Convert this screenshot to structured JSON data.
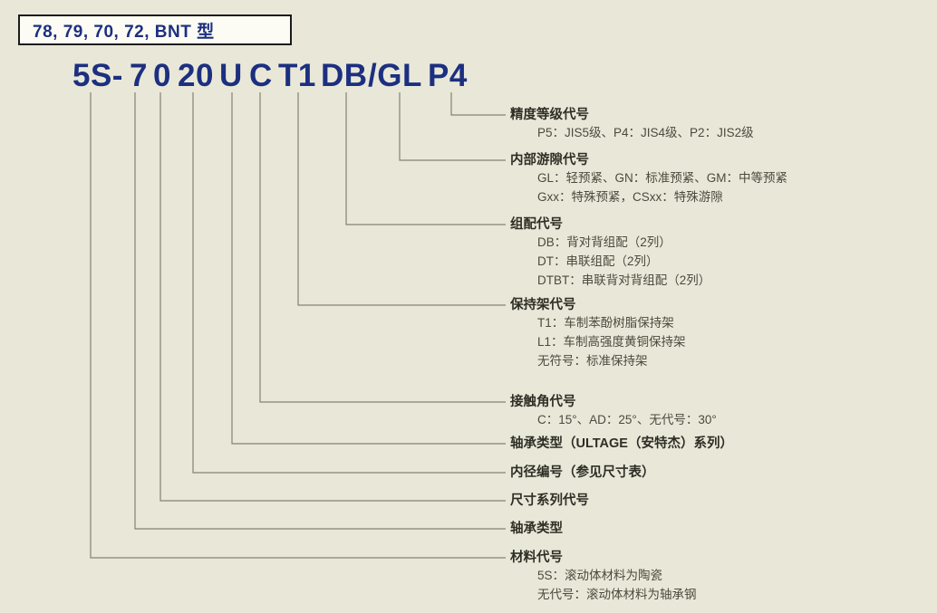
{
  "colors": {
    "background": "#e9e8d8",
    "accent_navy": "#1c2f80",
    "line_gray": "#838372",
    "text_dark": "#2e2e26"
  },
  "header": {
    "title": "78, 79, 70, 72, BNT 型"
  },
  "part_number": {
    "full": "5S- 7 0 20 U C T1 DB /GL P4",
    "segments": [
      "5S-",
      "7",
      "0",
      "20",
      "U",
      "C",
      "T1",
      "DB",
      "/GL",
      "P4"
    ]
  },
  "annotations": [
    {
      "title": "精度等级代号",
      "lines": [
        "P5：JIS5级、P4：JIS4级、P2：JIS2级"
      ]
    },
    {
      "title": "内部游隙代号",
      "lines": [
        "GL：轻预紧、GN：标准预紧、GM：中等预紧",
        "Gxx：特殊预紧，CSxx：特殊游隙"
      ]
    },
    {
      "title": "组配代号",
      "lines": [
        "DB：背对背组配（2列）",
        "DT：串联组配（2列）",
        "DTBT：串联背对背组配（2列）"
      ]
    },
    {
      "title": "保持架代号",
      "lines": [
        "T1：车制苯酚树脂保持架",
        "L1：车制高强度黄铜保持架",
        "无符号：标准保持架"
      ]
    },
    {
      "title": "接触角代号",
      "lines": [
        "C：15°、AD：25°、无代号：30°"
      ]
    },
    {
      "title": "轴承类型（ULTAGE（安特杰）系列）",
      "lines": []
    },
    {
      "title": "内径编号（参见尺寸表）",
      "lines": []
    },
    {
      "title": "尺寸系列代号",
      "lines": []
    },
    {
      "title": "轴承类型",
      "lines": []
    },
    {
      "title": "材料代号",
      "lines": [
        "5S：滚动体材料为陶瓷",
        "无代号：滚动体材料为轴承钢"
      ]
    }
  ]
}
